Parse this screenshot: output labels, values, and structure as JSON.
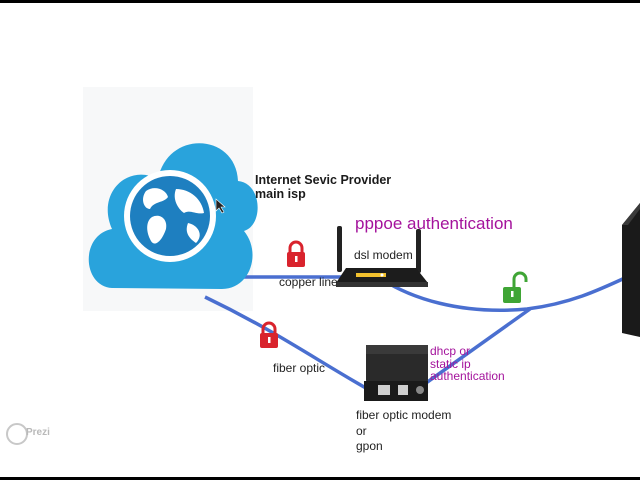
{
  "labels": {
    "isp_line1": "Internet Sevic Provider",
    "isp_line2": "main isp",
    "pppoe": "pppoe authentication",
    "dsl_modem": "dsl modem",
    "copper_line": "copper line",
    "fiber_optic": "fiber optic",
    "dhcp_line1": "dhcp or",
    "dhcp_line2": "static ip",
    "dhcp_line3": "authentication",
    "fom_line1": "fiber optic modem",
    "fom_line2": "or",
    "fom_line3": "gpon",
    "watermark": "Prezi"
  },
  "icons": {
    "cloud": "cloud-globe-icon",
    "lock_closed": "padlock-closed-icon",
    "lock_open": "padlock-open-icon",
    "router": "dsl-router-icon",
    "fiber_device": "fiber-modem-icon",
    "server": "server-tower-icon"
  },
  "colors": {
    "connection_line": "#4a6fd0",
    "cloud_blue": "#29a3dc",
    "lock_red": "#d9232d",
    "lock_green": "#3fa535",
    "accent_text": "#a4139c"
  }
}
